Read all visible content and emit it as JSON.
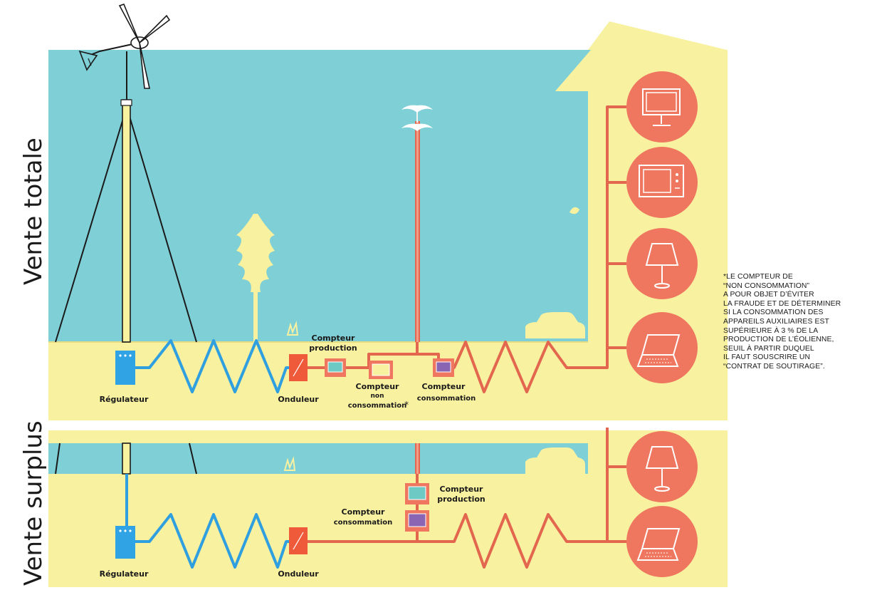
{
  "colors": {
    "sky": "#7fcfd6",
    "ground": "#f8f1a0",
    "red": "#ef775f",
    "red_wire": "#e3674f",
    "blue_wire": "#2f9fe0",
    "regulator": "#2fa3e3",
    "teal_screen": "#6cc9c4",
    "purple_screen": "#8a65b3",
    "ink": "#1a1a1a"
  },
  "top_section": {
    "title": "Vente totale",
    "labels": {
      "regulateur": "Régulateur",
      "onduleur": "Onduleur",
      "compteur_production_1": "Compteur",
      "compteur_production_2": "production",
      "compteur_non_conso_1": "Compteur",
      "compteur_non_conso_2": "non",
      "compteur_non_conso_3": "consommation",
      "asterisk": "*",
      "compteur_conso_1": "Compteur",
      "compteur_conso_2": "consommation"
    },
    "appliances": [
      "monitor-icon",
      "microwave-icon",
      "lamp-icon",
      "laptop-icon"
    ]
  },
  "bottom_section": {
    "title": "Vente surplus",
    "labels": {
      "regulateur": "Régulateur",
      "onduleur": "Onduleur",
      "compteur_production_1": "Compteur",
      "compteur_production_2": "production",
      "compteur_conso_1": "Compteur",
      "compteur_conso_2": "consommation"
    },
    "appliances": [
      "lamp-icon",
      "laptop-icon"
    ]
  },
  "footnote": {
    "lines": [
      "*LE COMPTEUR DE",
      "“NON CONSOMMATION”",
      "A POUR OBJET D’ÉVITER",
      "LA FRAUDE ET DE DÉTERMINER",
      "SI LA CONSOMMATION DES",
      "APPAREILS AUXILIAIRES EST",
      "SUPÉRIEURE À 3 % DE LA",
      "PRODUCTION DE L’ÉOLIENNE,",
      "SEUIL À PARTIR DUQUEL",
      "IL FAUT SOUSCRIRE UN",
      "“CONTRAT DE SOUTIRAGE”."
    ]
  }
}
